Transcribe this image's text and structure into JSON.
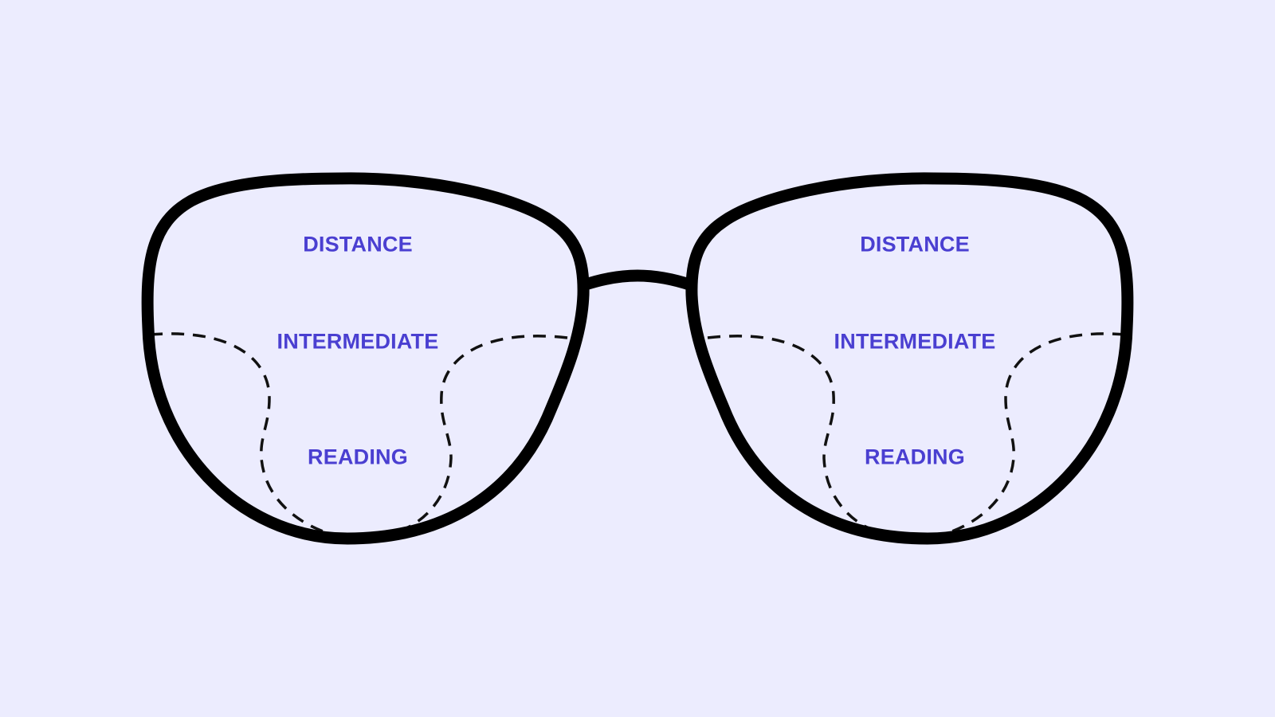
{
  "colors": {
    "background": "#ECECFE",
    "frame": "#000000",
    "zone_boundary": "#111111",
    "label": "#4A3FD1"
  },
  "lenses": [
    {
      "side": "left",
      "zones": {
        "distance": "DISTANCE",
        "intermediate": "INTERMEDIATE",
        "reading": "READING"
      }
    },
    {
      "side": "right",
      "zones": {
        "distance": "DISTANCE",
        "intermediate": "INTERMEDIATE",
        "reading": "READING"
      }
    }
  ]
}
